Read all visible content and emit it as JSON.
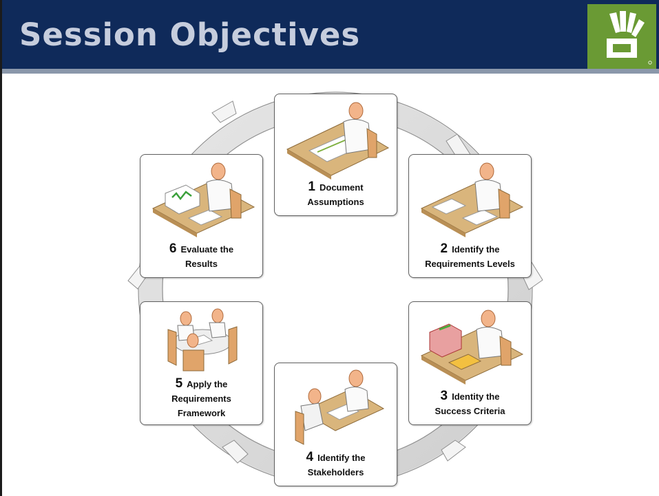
{
  "slide": {
    "title": "Session Objectives",
    "colors": {
      "header": "#0f2a5a",
      "title_text": "#c6cddd",
      "logo_bg": "#6a9a34",
      "rule": "#8a97aa",
      "ring": "#d9d9d9"
    },
    "logo_icon": "hand-logo-icon"
  },
  "steps": [
    {
      "number": "1",
      "line1": "Document",
      "line2": "Assumptions",
      "line3": ""
    },
    {
      "number": "2",
      "line1": "Identify the",
      "line2": "Requirements Levels",
      "line3": ""
    },
    {
      "number": "3",
      "line1": "Identity the",
      "line2": "Success Criteria",
      "line3": ""
    },
    {
      "number": "4",
      "line1": "Identify the",
      "line2": "Stakeholders",
      "line3": ""
    },
    {
      "number": "5",
      "line1": "Apply the",
      "line2": "Requirements",
      "line3": "Framework"
    },
    {
      "number": "6",
      "line1": "Evaluate the",
      "line2": "Results",
      "line3": ""
    }
  ]
}
